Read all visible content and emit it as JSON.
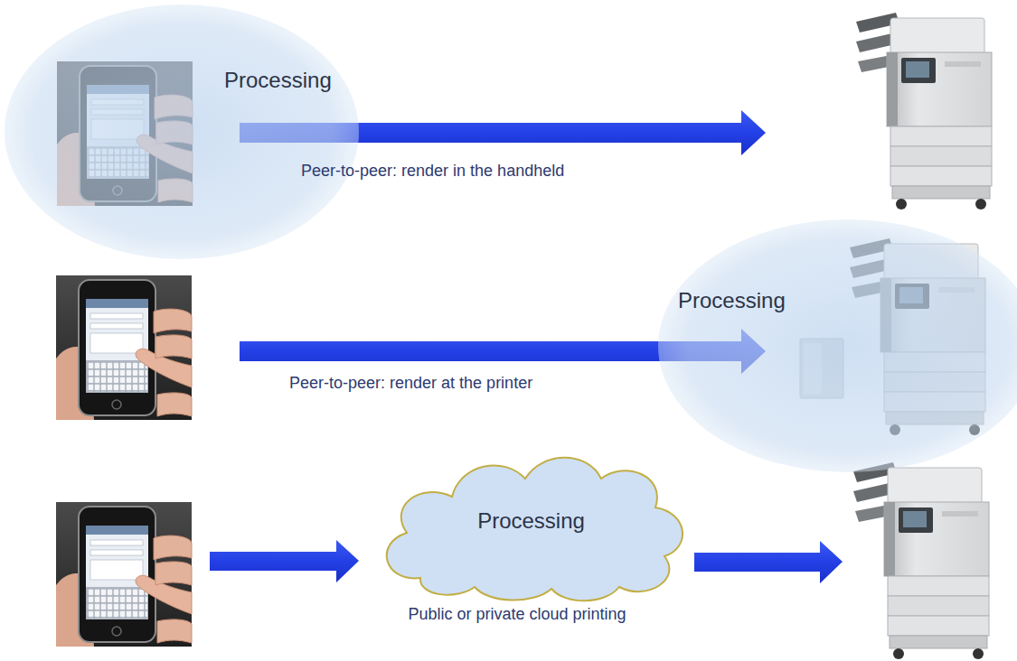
{
  "diagram": {
    "nodes": [
      {
        "text": [
          "Processing"
        ]
      },
      {
        "text": [
          "Processing"
        ]
      },
      {
        "text": [
          "Processing"
        ]
      }
    ],
    "labels": [
      "Peer-to-peer: render in the handheld",
      "Peer-to-peer: render at the printer",
      "Public or private cloud printing"
    ]
  }
}
